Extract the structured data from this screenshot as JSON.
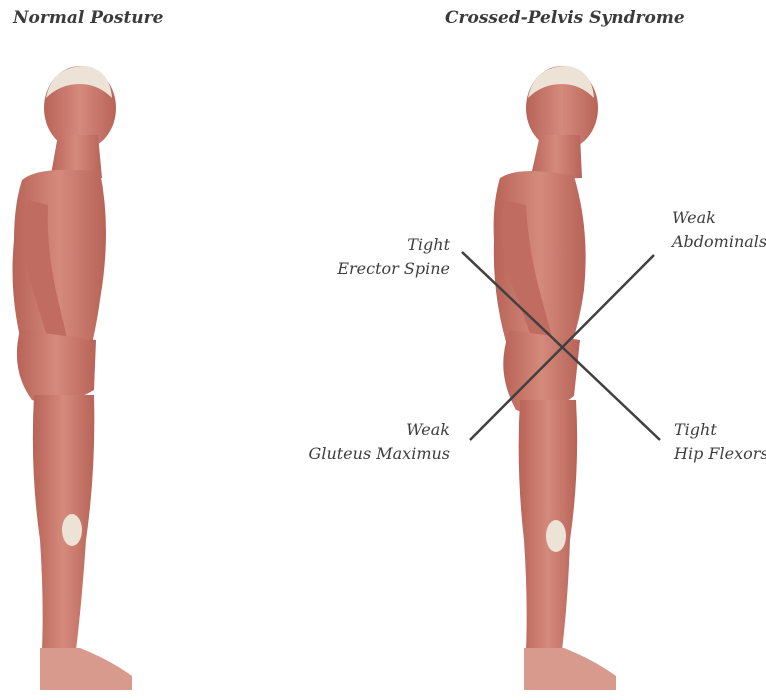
{
  "titles": {
    "left": "Normal Posture",
    "right": "Crossed-Pelvis Syndrome"
  },
  "labels": {
    "top_left": {
      "line1": "Tight",
      "line2": "Erector Spine"
    },
    "top_right": {
      "line1": "Weak",
      "line2": "Abdominals"
    },
    "bottom_left": {
      "line1": "Weak",
      "line2": "Gluteus Maximus"
    },
    "bottom_right": {
      "line1": "Tight",
      "line2": "Hip Flexors"
    }
  },
  "colors": {
    "muscle": "#c9756a",
    "muscle_dark": "#a9584e",
    "muscle_light": "#e2a395",
    "tendon": "#ece3d6",
    "line": "#404040"
  }
}
